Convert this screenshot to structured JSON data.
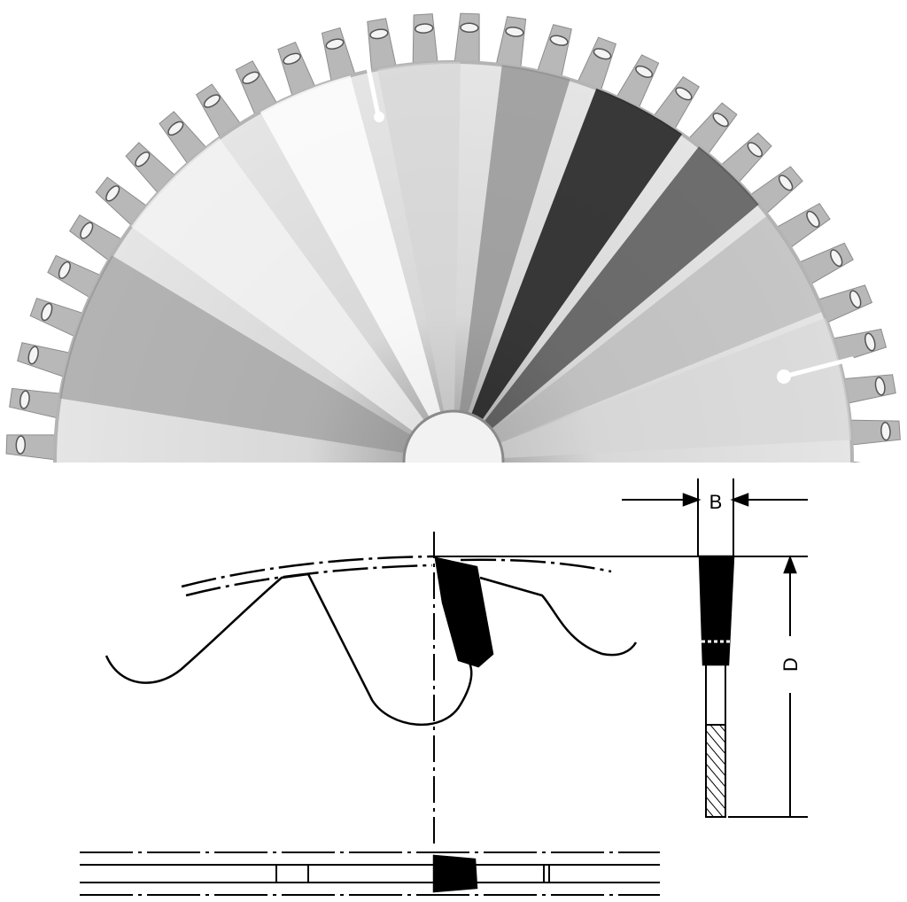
{
  "figure": {
    "dimension_labels": {
      "thickness": "B",
      "depth": "D"
    },
    "photo": {
      "tooth_count": 60,
      "colors": {
        "blade_light": "#efefef",
        "blade_mid": "#a8a8a8",
        "blade_dark": "#1a1a1a",
        "tooth": "#b8b8b8",
        "line": "#000000"
      }
    }
  }
}
